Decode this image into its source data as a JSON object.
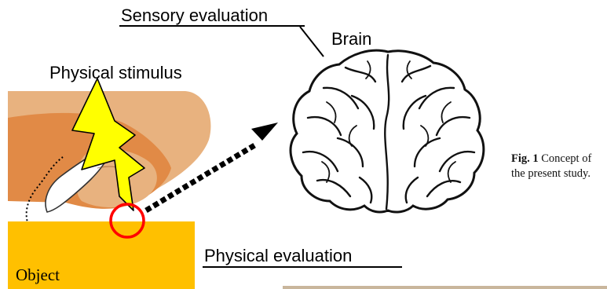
{
  "labels": {
    "sensory_evaluation": "Sensory evaluation",
    "brain": "Brain",
    "physical_stimulus": "Physical stimulus",
    "physical_evaluation": "Physical evaluation",
    "object": "Object"
  },
  "caption": {
    "figure_label": "Fig. 1",
    "text": "Concept of the present study."
  },
  "colors": {
    "finger_skin": "#E8B27F",
    "finger_skin_dark": "#E18A46",
    "lightning": "#FFFF00",
    "object_block": "#FFC000",
    "contact_circle": "#FF0000",
    "arrow": "#000000"
  },
  "icons": [
    "lightning-bolt-icon",
    "brain-icon",
    "dotted-arrow-icon",
    "contact-circle-icon"
  ]
}
